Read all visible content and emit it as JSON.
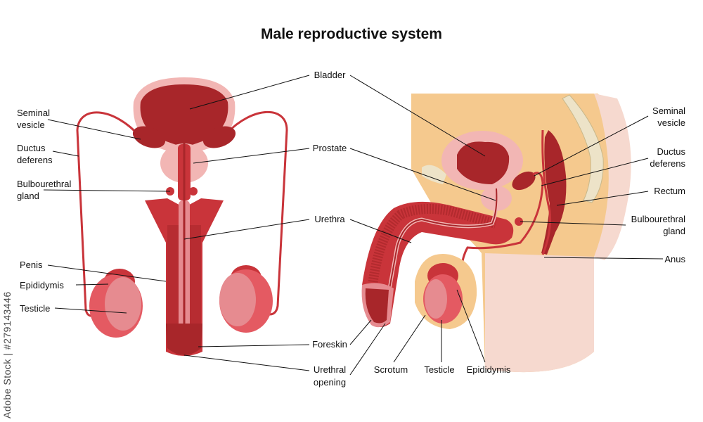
{
  "title": "Male reproductive system",
  "watermark": "Adobe Stock | #279143446",
  "colors": {
    "dark_red": "#a8262a",
    "red": "#c9343a",
    "pink": "#e68b90",
    "light_pink": "#f2b6b4",
    "skin": "#f5c98e",
    "skin_light": "#f6d9cf",
    "bone": "#ede3c8"
  },
  "front_labels": {
    "seminal_vesicle": [
      "Seminal",
      "vesicle"
    ],
    "ductus_deferens": [
      "Ductus",
      "deferens"
    ],
    "bulbourethral_gland": [
      "Bulbourethral",
      "gland"
    ],
    "penis": "Penis",
    "epididymis": "Epididymis",
    "testicle": "Testicle"
  },
  "center_labels": {
    "bladder": "Bladder",
    "prostate": "Prostate",
    "urethra": "Urethra",
    "foreskin": "Foreskin",
    "urethral_opening": [
      "Urethral",
      "opening"
    ]
  },
  "side_labels": {
    "seminal_vesicle": [
      "Seminal",
      "vesicle"
    ],
    "ductus_deferens": [
      "Ductus",
      "deferens"
    ],
    "rectum": "Rectum",
    "bulbourethral_gland": [
      "Bulbourethral",
      "gland"
    ],
    "anus": "Anus",
    "scrotum": "Scrotum",
    "testicle": "Testicle",
    "epididymis": "Epididymis"
  }
}
